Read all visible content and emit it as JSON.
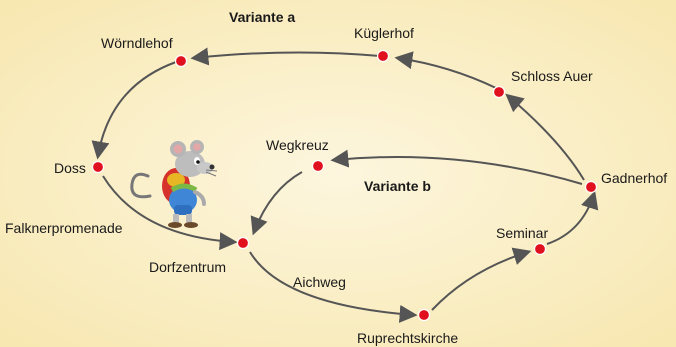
{
  "variant_a_label": "Variante a",
  "variant_b_label": "Variante b",
  "stops": {
    "woerndlehof": "Wörndlehof",
    "kueglerhof": "Küglerhof",
    "schloss_auer": "Schloss Auer",
    "gadnerhof": "Gadnerhof",
    "doss": "Doss",
    "falknerpromenade": "Falknerpromenade",
    "wegkreuz": "Wegkreuz",
    "dorfzentrum": "Dorfzentrum",
    "aichweg": "Aichweg",
    "seminar": "Seminar",
    "ruprechtskirche": "Ruprechtskirche"
  },
  "colors": {
    "background": "#fbf1cf",
    "node": "#e0101e",
    "arrow": "#555555"
  },
  "icons": [
    "mouse-hiker-icon"
  ]
}
